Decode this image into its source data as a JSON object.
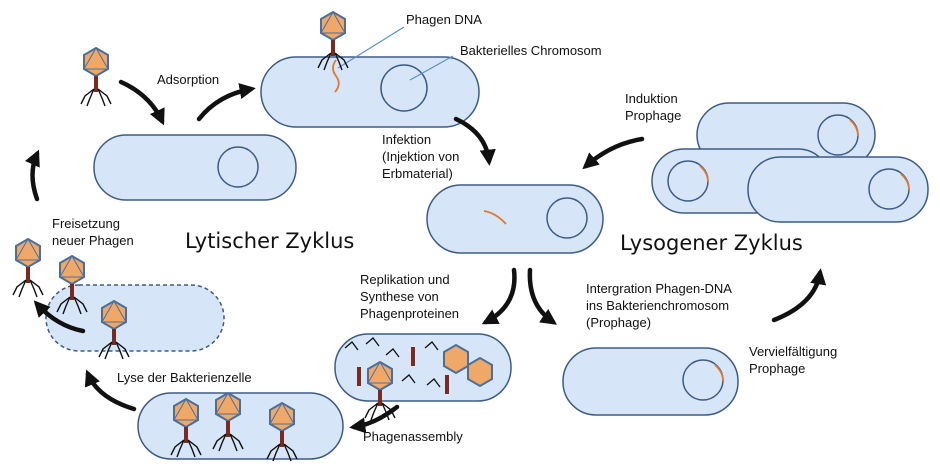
{
  "title_lytic": "Lytischer Zyklus",
  "title_lysogenic": "Lysogener Zyklus",
  "labels": {
    "phage_dna": "Phagen DNA",
    "bacterial_chromosome": "Bakterielles Chromosom",
    "adsorption": "Adsorption",
    "infection": "Infektion\n(Injektion von\nErbmaterial)",
    "replication": "Replikation und\nSynthese von\nPhagenproteinen",
    "assembly": "Phagenassembly",
    "lysis": "Lyse der Bakterienzelle",
    "release": "Freisetzung\nneuer Phagen",
    "integration": "Intergration Phagen-DNA\nins Bakterienchromosom\n(Prophage)",
    "multiplication": "Vervielfältigung\nProphage",
    "induction": "Induktion\nProphage"
  },
  "colors": {
    "cell_fill": "#d6e6f8",
    "cell_stroke": "#3d5b85",
    "phage_head": "#f0a868",
    "phage_head_stroke": "#4a6f9c",
    "dna": "#e07830",
    "arrow": "#111111",
    "pointer_line": "#5a8fc8"
  }
}
